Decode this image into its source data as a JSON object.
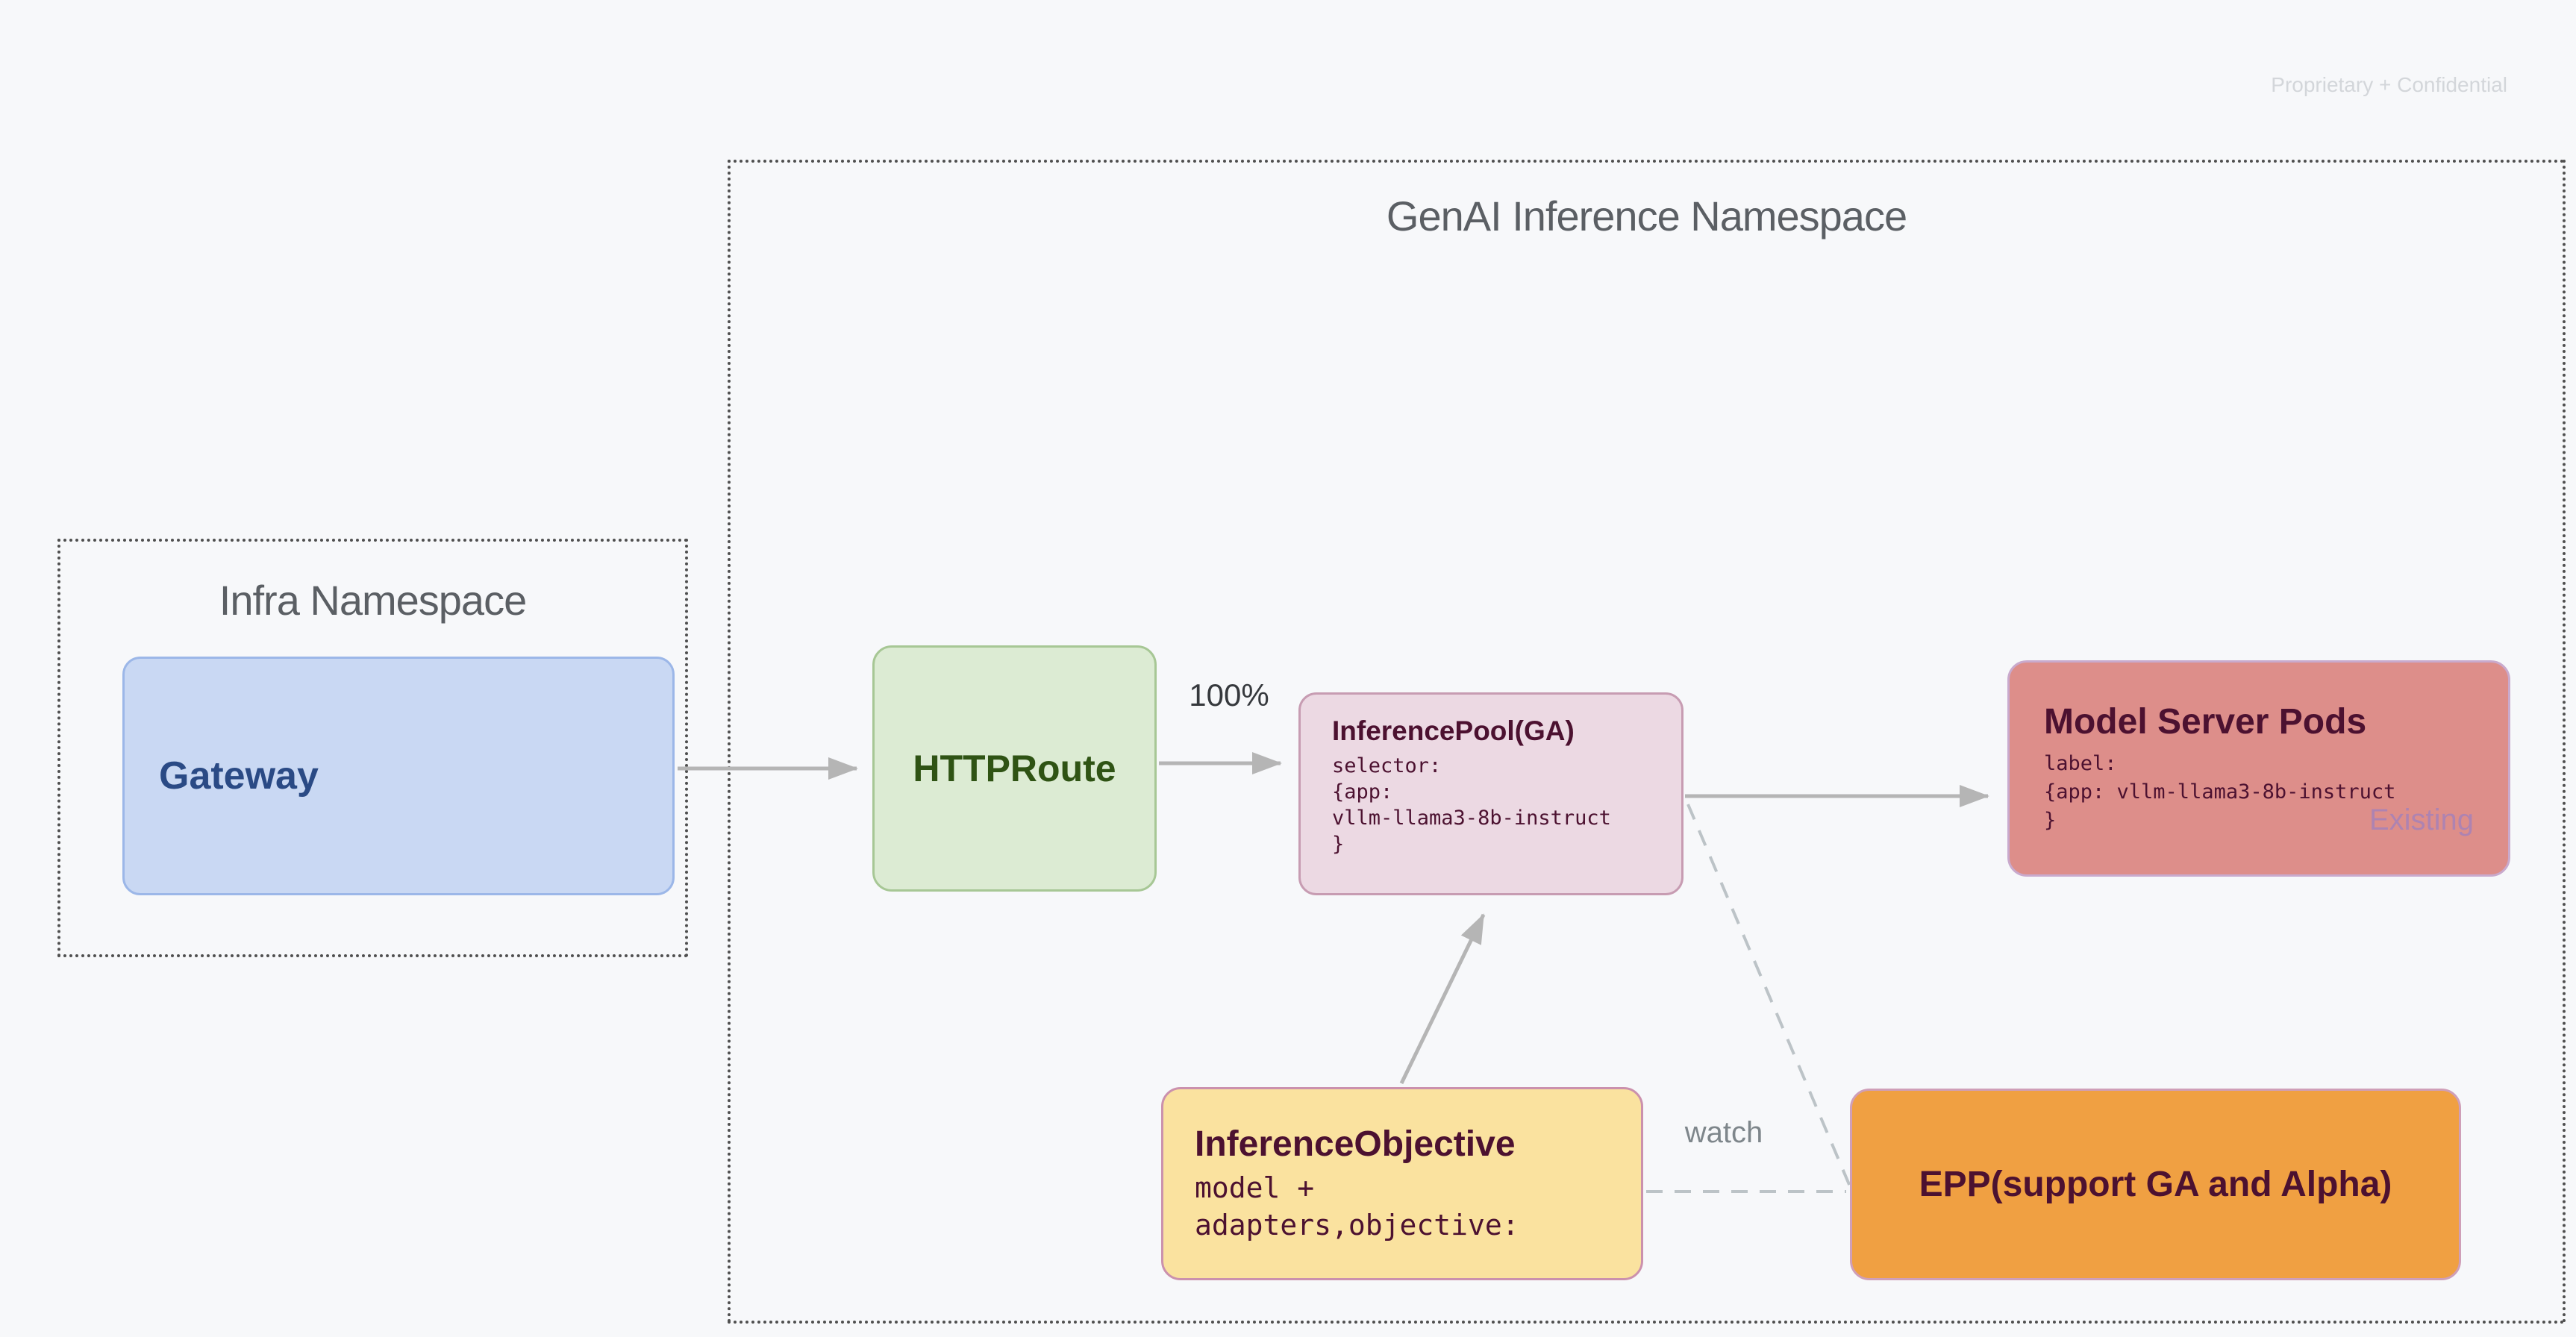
{
  "slide": {
    "watermark": "Proprietary + Confidential"
  },
  "namespaces": {
    "infra": {
      "title": "Infra Namespace"
    },
    "genai": {
      "title": "GenAI Inference Namespace"
    }
  },
  "nodes": {
    "gateway": {
      "label": "Gateway"
    },
    "httproute": {
      "label": "HTTPRoute"
    },
    "inference_pool": {
      "label": "InferencePool(GA)",
      "code": "selector:\n{app:\nvllm-llama3-8b-instruct\n}"
    },
    "model_server_pods": {
      "label": "Model Server Pods",
      "code": "label:\n{app: vllm-llama3-8b-instruct\n}",
      "status_tag": "Existing"
    },
    "inference_objective": {
      "label": "InferenceObjective",
      "code": "model +\nadapters,objective:"
    },
    "epp": {
      "label": "EPP(support GA and Alpha)"
    }
  },
  "edges": {
    "httproute_to_pool_label": "100%",
    "objective_to_epp_label": "watch"
  },
  "colors": {
    "background": "#f7f8fa",
    "namespace_border": "#4f4f4f",
    "namespace_title": "#5b5f64",
    "watermark": "#d3d6da",
    "dark_text": "#4c1130",
    "gateway_fill": "#c9d8f3",
    "gateway_border": "#9cb7e8",
    "gateway_text": "#2a4a85",
    "httproute_fill": "#dcebd3",
    "httproute_border": "#a7c795",
    "httproute_text": "#2f5314",
    "pool_fill": "#ecd9e3",
    "pool_border": "#c79cb2",
    "pods_fill": "#dd8e8a",
    "pods_border": "#c9aacd",
    "objective_fill": "#fae29f",
    "objective_border": "#cb91ad",
    "epp_fill": "#f0a042",
    "epp_border": "#cf9fb8",
    "arrow": "#b5b5b5",
    "dashed": "#bcc3c7",
    "pct_label": "#36393d",
    "watch_label": "#7e868b",
    "existing_text": "#a682b8"
  }
}
